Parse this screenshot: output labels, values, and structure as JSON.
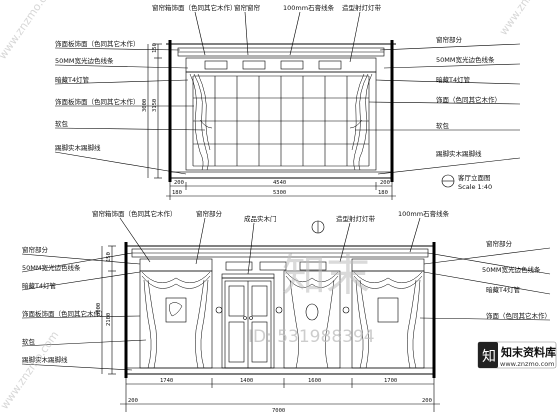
{
  "elevation_a": {
    "top_labels": [
      "窗帘箱饰面（色同其它木作）",
      "窗帘窗帘",
      "100mm石膏线条",
      "造型射灯灯带"
    ],
    "left_labels": [
      "饰面板饰面（色同其它木作）",
      "50MM宽光边色线条",
      "暗藏T4灯管",
      "饰面板饰面（色同其它木作）",
      "软包",
      "踢脚实木踢脚线"
    ],
    "right_labels": [
      "窗帘部分",
      "50MM宽光边色线条",
      "暗藏T4灯管",
      "饰面（色同其它木作）",
      "软包",
      "踢脚实木踢脚线"
    ],
    "left_dims": [
      "150",
      "3150",
      "3000"
    ],
    "bottom_dims_row1": [
      "200",
      "4540",
      "200"
    ],
    "bottom_dims_row2": [
      "180",
      "5300",
      "180"
    ],
    "title": "客厅立面图",
    "scale": "Scale 1:40"
  },
  "elevation_b": {
    "top_labels": [
      "窗帘箱饰面（色同其它木作）",
      "窗帘部分",
      "成品实木门",
      "造型射灯灯带",
      "100mm石膏线条"
    ],
    "left_labels": [
      "窗帘部分",
      "50MM宽光边色线条",
      "暗藏T4灯管",
      "饰面板饰面（色同其它木作）",
      "软包",
      "踢脚实木踢脚线"
    ],
    "right_labels": [
      "窗帘部分",
      "50MM宽光边色线条",
      "暗藏T4灯管",
      "饰面（色同其它木作）"
    ],
    "left_dims": [
      "150",
      "2100",
      "3000"
    ],
    "bottom_dims_row1": [
      "1740",
      "1400",
      "1600",
      "1700"
    ],
    "bottom_dims_row2": [
      "200",
      "7000",
      "200"
    ]
  },
  "watermarks": {
    "logo_text": "知末",
    "id_text": "ID: 531988394",
    "brand": "知末资料库",
    "url": "www.znzmo.com",
    "tiled": "www.znzmo.com"
  }
}
